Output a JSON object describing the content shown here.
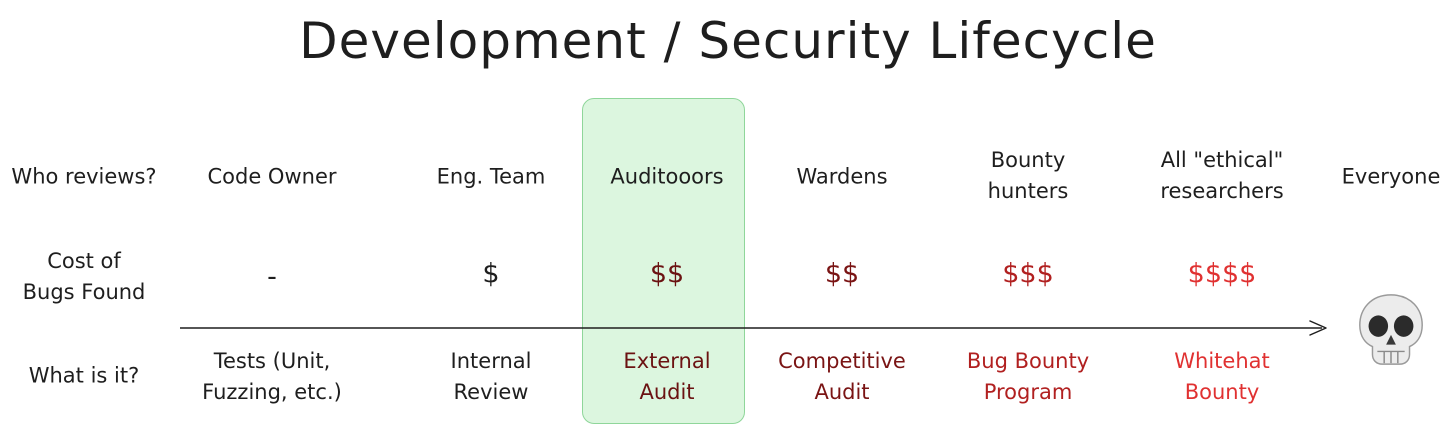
{
  "title": "Development / Security Lifecycle",
  "rows": {
    "who": "Who reviews?",
    "cost_1": "Cost of",
    "cost_2": "Bugs Found",
    "what": "What is it?"
  },
  "columns": [
    {
      "reviewer": [
        "Code Owner"
      ],
      "cost": "-",
      "kind": [
        "Tests (Unit,",
        "Fuzzing, etc.)"
      ],
      "color": "#1e1e1e"
    },
    {
      "reviewer": [
        "Eng. Team"
      ],
      "cost": "$",
      "kind": [
        "Internal",
        "Review"
      ],
      "color": "#1e1e1e"
    },
    {
      "reviewer": [
        "Auditooors"
      ],
      "cost": "$$",
      "kind": [
        "External",
        "Audit"
      ],
      "color": "#6b1212",
      "highlighted": true
    },
    {
      "reviewer": [
        "Wardens"
      ],
      "cost": "$$",
      "kind": [
        "Competitive",
        "Audit"
      ],
      "color": "#7a1414"
    },
    {
      "reviewer": [
        "Bounty",
        "hunters"
      ],
      "cost": "$$$",
      "kind": [
        "Bug Bounty",
        "Program"
      ],
      "color": "#b12020"
    },
    {
      "reviewer": [
        "All \"ethical\"",
        "researchers"
      ],
      "cost": "$$$$",
      "kind": [
        "Whitehat",
        "Bounty"
      ],
      "color": "#e03131"
    },
    {
      "reviewer": [
        "Everyone"
      ],
      "cost": "",
      "kind": [],
      "color": "#1e1e1e",
      "icon": "skull-icon"
    }
  ],
  "colors": {
    "highlight_fill": "#dcf6df",
    "highlight_border": "#8fd69a",
    "arrow": "#1e1e1e"
  }
}
